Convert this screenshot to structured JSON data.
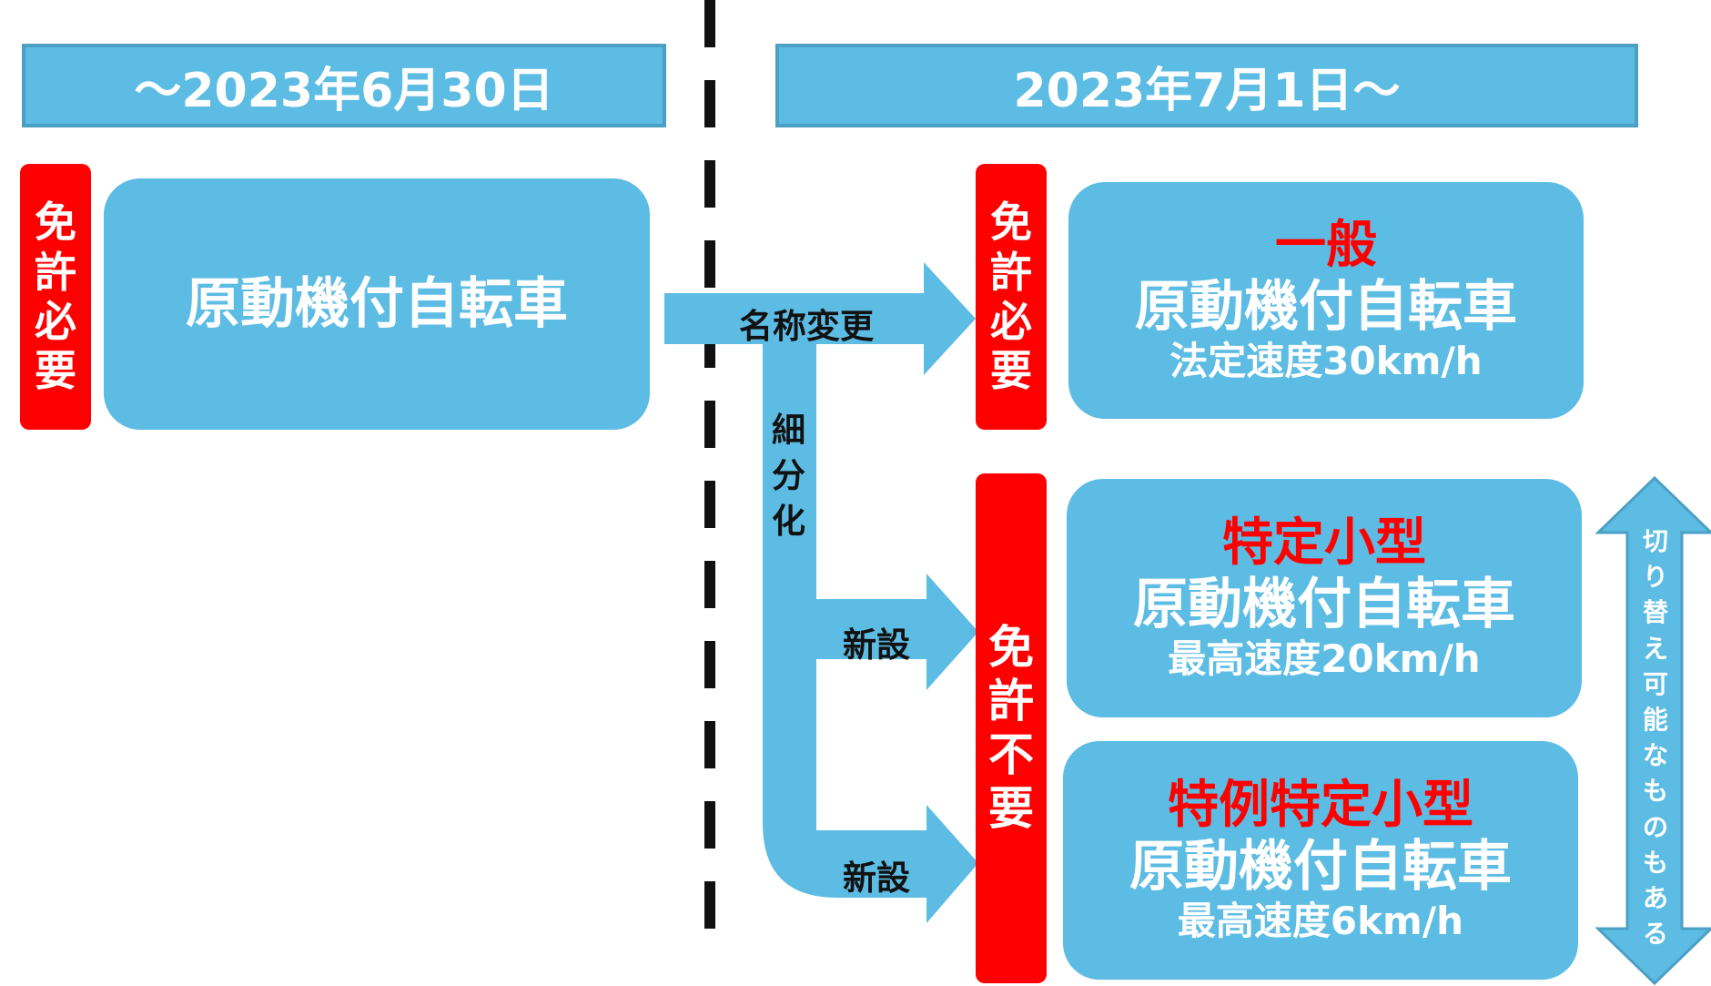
{
  "headers": {
    "before": "～2023年6月30日",
    "after": "2023年7月1日～"
  },
  "before": {
    "license_badge": [
      "免",
      "許",
      "必",
      "要"
    ],
    "vehicle": "原動機付自転車"
  },
  "after": {
    "license_required_badge": [
      "免",
      "許",
      "必",
      "要"
    ],
    "license_not_required_badge": [
      "免",
      "許",
      "不",
      "要"
    ],
    "boxes": [
      {
        "category": "一般",
        "vehicle": "原動機付自転車",
        "speed": "法定速度30km/h"
      },
      {
        "category": "特定小型",
        "vehicle": "原動機付自転車",
        "speed": "最高速度20km/h"
      },
      {
        "category": "特例特定小型",
        "vehicle": "原動機付自転車",
        "speed": "最高速度6km/h"
      }
    ]
  },
  "arrows": {
    "rename": "名称変更",
    "subdivide": [
      "細",
      "分",
      "化"
    ],
    "new1": "新設",
    "new2": "新設"
  },
  "switch_note": [
    "切",
    "り",
    "替",
    "え",
    "可",
    "能",
    "な",
    "も",
    "の",
    "も",
    "あ",
    "る"
  ],
  "colors": {
    "blue": "#5dbce3",
    "red": "#ff0000",
    "white": "#ffffff"
  }
}
